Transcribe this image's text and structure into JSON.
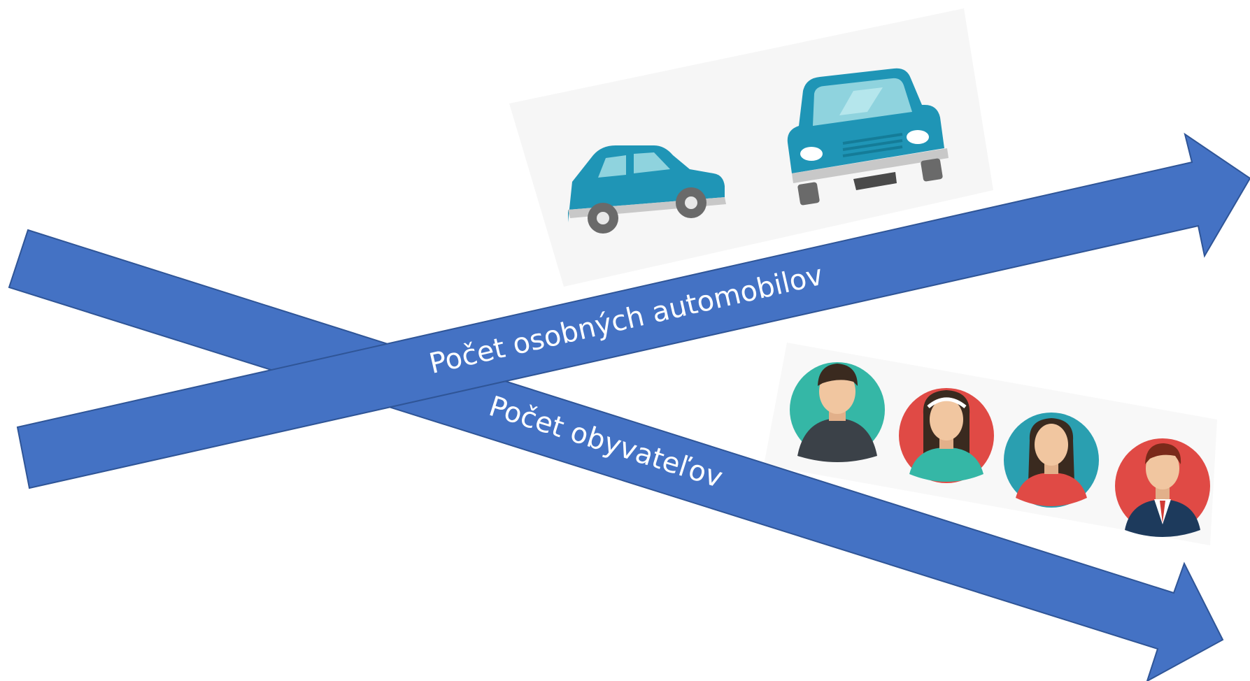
{
  "arrows": {
    "cars": {
      "label": "Počet osobných automobilov",
      "trend": "increasing"
    },
    "population": {
      "label": "Počet obyvateľov",
      "trend": "decreasing"
    }
  },
  "colors": {
    "arrow_fill": "#4472c4",
    "arrow_stroke": "#2f5597",
    "car_body": "#1f95b6",
    "car_window": "#8fd3de",
    "car_bumper": "#c8c8c8",
    "wheel": "#6a6a6a",
    "avatar_teal": "#35b7a6",
    "avatar_red": "#e04a45",
    "avatar_cyan": "#2a9fb0",
    "skin": "#f1c6a0",
    "hair": "#3a2a1f",
    "suit": "#1d3a5c"
  },
  "images": {
    "cars": [
      "compact-car-side-icon",
      "sedan-car-front-icon"
    ],
    "people": [
      "man-avatar-icon",
      "woman-avatar-icon",
      "woman-avatar-icon",
      "businessman-avatar-icon"
    ]
  }
}
